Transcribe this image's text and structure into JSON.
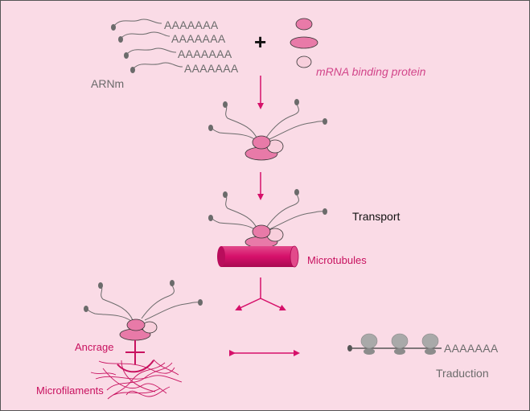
{
  "labels": {
    "poly_a": "AAAAAAA",
    "plus": "+",
    "arnm": "ARNm",
    "binding_protein": "mRNA  binding protein",
    "transport": "Transport",
    "microtubules": "Microtubules",
    "ancrage": "Ancrage",
    "microfilaments": "Microfilaments",
    "traduction": "Traduction"
  },
  "colors": {
    "background": "#fadbe6",
    "magenta": "#d6106a",
    "protein_mid": "#e87aa8",
    "protein_light": "#f8cfdc",
    "strand": "#6b6b6b",
    "ribosome": "#a9a9a9"
  }
}
